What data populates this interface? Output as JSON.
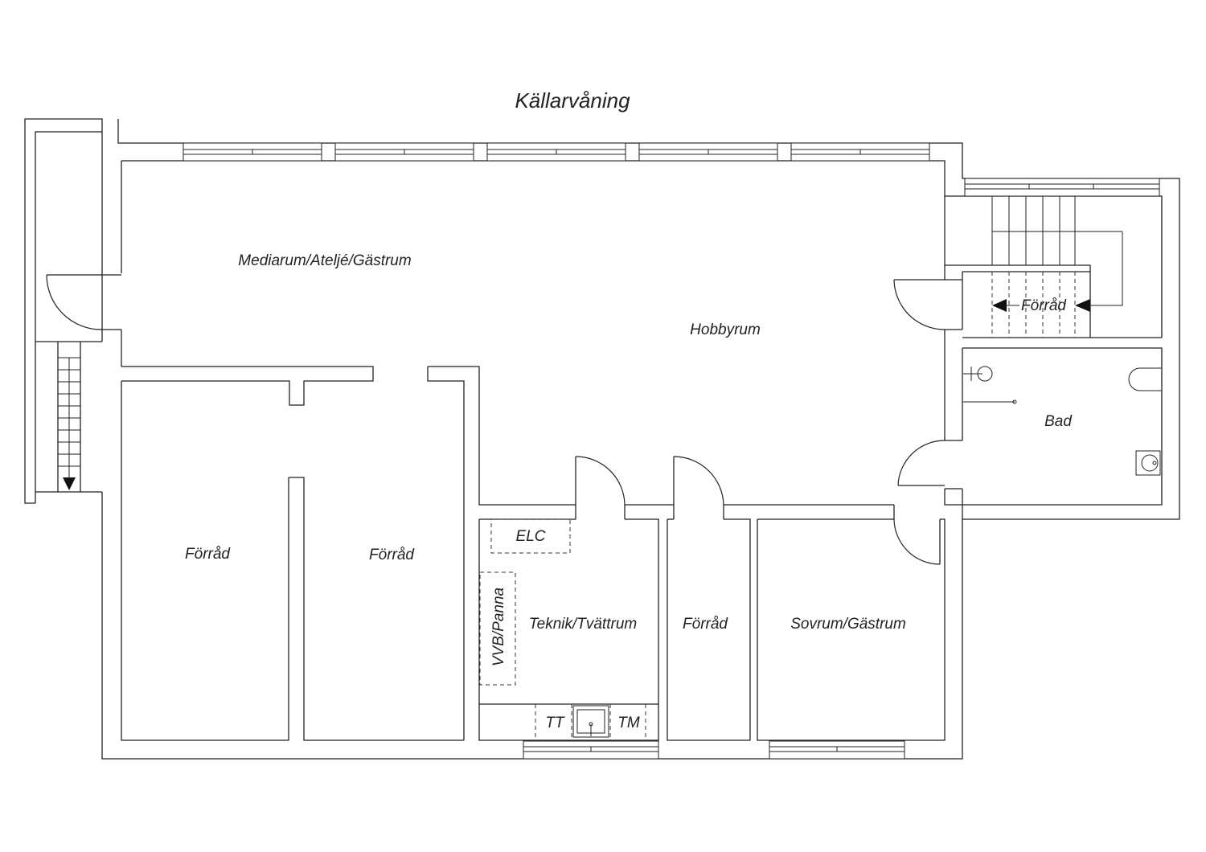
{
  "title": "Källarvåning",
  "rooms": {
    "mediarum": "Mediarum/Ateljé/Gästrum",
    "hobbyrum": "Hobbyrum",
    "forrad_stair": "Förråd",
    "bad": "Bad",
    "forrad_1": "Förråd",
    "forrad_2": "Förråd",
    "teknik": "Teknik/Tvättrum",
    "forrad_3": "Förråd",
    "sovrum": "Sovrum/Gästrum"
  },
  "fixtures": {
    "elc": "ELC",
    "vvb": "VVB/Panna",
    "tt": "TT",
    "tm": "TM"
  },
  "colors": {
    "line": "#222222",
    "background": "#ffffff"
  }
}
